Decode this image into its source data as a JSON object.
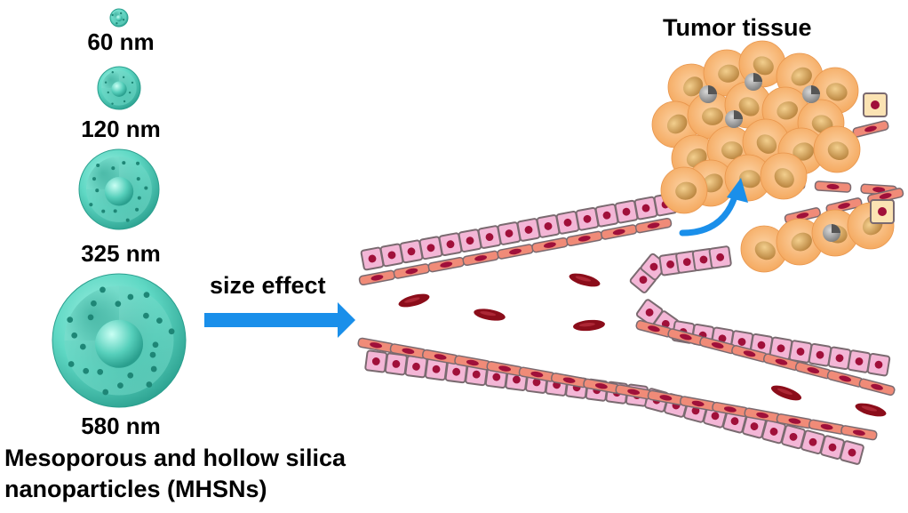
{
  "particles": [
    {
      "label": "60 nm"
    },
    {
      "label": "120 nm"
    },
    {
      "label": "325 nm"
    },
    {
      "label": "580 nm"
    }
  ],
  "caption_line1": "Mesoporous and hollow silica",
  "caption_line2": "nanoparticles (MHSNs)",
  "arrow_label": "size effect",
  "tumor_label": "Tumor tissue",
  "colors": {
    "particle": "#5fd8c4",
    "particle_dark": "#2fae9c",
    "arrow": "#1a8fea",
    "endothelial_fill": "#f3b6d6",
    "endothelial_stroke": "#7a6a70",
    "nucleus": "#a0103a",
    "pericyte": "#f08b78",
    "rbc": "#8b0d1a",
    "tumor_cell": "#f8b777",
    "tumor_nucleus": "#d9a45b"
  }
}
